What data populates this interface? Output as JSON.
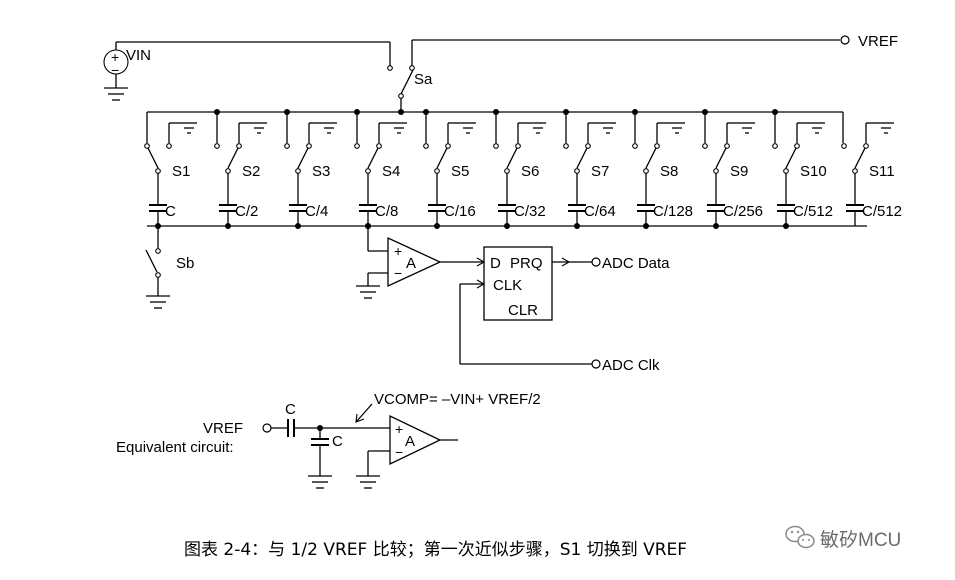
{
  "diagram": {
    "vin_label": "VIN",
    "vref_label": "VREF",
    "switch_sa": "Sa",
    "switch_sb": "Sb",
    "bit_switches": [
      "S1",
      "S2",
      "S3",
      "S4",
      "S5",
      "S6",
      "S7",
      "S8",
      "S9",
      "S10",
      "S11"
    ],
    "capacitors": [
      "C",
      "C/2",
      "C/4",
      "C/8",
      "C/16",
      "C/32",
      "C/64",
      "C/128",
      "C/256",
      "C/512",
      "C/512"
    ],
    "comparator_label": "A",
    "comparator_plus": "+",
    "comparator_minus": "−",
    "vin_plus": "+",
    "vin_minus": "−",
    "register": {
      "d": "D",
      "prq": "PRQ",
      "clk": "CLK",
      "clr": "CLR"
    },
    "adc_data": "ADC Data",
    "adc_clk": "ADC Clk",
    "equivalent": {
      "vref_label": "VREF",
      "title": "Equivalent circuit:",
      "series_cap": "C",
      "shunt_cap": "C",
      "vcomp": "VCOMP= –VIN+ VREF/2",
      "comparator_label": "A",
      "plus": "+",
      "minus": "−"
    }
  },
  "caption": "图表 2-4：与 1/2 VREF 比较；第一次近似步骤，S1 切换到 VREF",
  "watermark": "敏矽MCU",
  "watermark_icon": "wechat-icon"
}
